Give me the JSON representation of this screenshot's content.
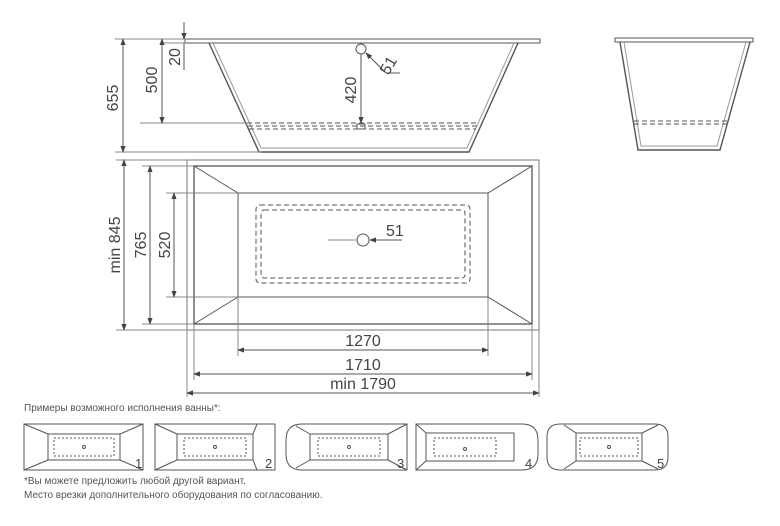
{
  "side_view": {
    "dim_total_height": "655",
    "dim_inner_depth": "500",
    "dim_rim": "20",
    "dim_drain_depth": "420",
    "drain_diameter": "51"
  },
  "plan_view": {
    "dim_min_width": "min 845",
    "dim_width": "765",
    "dim_inner_width": "520",
    "drain_diameter": "51",
    "dim_inner_length": "1270",
    "dim_length": "1710",
    "dim_min_length": "min 1790"
  },
  "examples": {
    "title": "Примеры возможного исполнения ванны*:",
    "items": [
      "1",
      "2",
      "3",
      "4",
      "5"
    ]
  },
  "footnotes": {
    "note1": "*Вы можете предложить любой другой вариант.",
    "note2": "Место врезки дополнительного оборудования по согласованию."
  }
}
